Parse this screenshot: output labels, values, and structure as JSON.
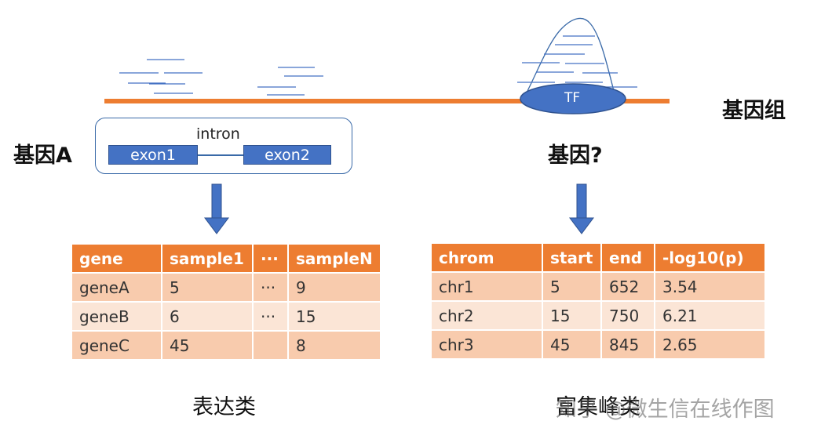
{
  "genome_label": "基因组",
  "gene_a_label": "基因A",
  "gene_unknown_label": "基因?",
  "gene_structure": {
    "exon1": "exon1",
    "exon2": "exon2",
    "intron": "intron"
  },
  "tf_label": "TF",
  "expression_table": {
    "headers": [
      "gene",
      "sample1",
      "···",
      "sampleN"
    ],
    "rows": [
      [
        "geneA",
        "5",
        "···",
        "9"
      ],
      [
        "geneB",
        "6",
        "···",
        "15"
      ],
      [
        "geneC",
        "45",
        "",
        "8"
      ]
    ]
  },
  "peak_table": {
    "headers": [
      "chrom",
      "start",
      "end",
      "-log10(p)"
    ],
    "rows": [
      [
        "chr1",
        "5",
        "652",
        "3.54"
      ],
      [
        "chr2",
        "15",
        "750",
        "6.21"
      ],
      [
        "chr3",
        "45",
        "845",
        "2.65"
      ]
    ]
  },
  "caption_left": "表达类",
  "caption_right": "富集峰类",
  "watermark": "知乎 @微生信在线作图",
  "colors": {
    "genome_line": "#ed7d31",
    "read_lines": "#4472c4",
    "tf_fill": "#4472c4",
    "table_header": "#ed7d31",
    "table_row_dark": "#f8cbad",
    "table_row_light": "#fbe5d6"
  }
}
